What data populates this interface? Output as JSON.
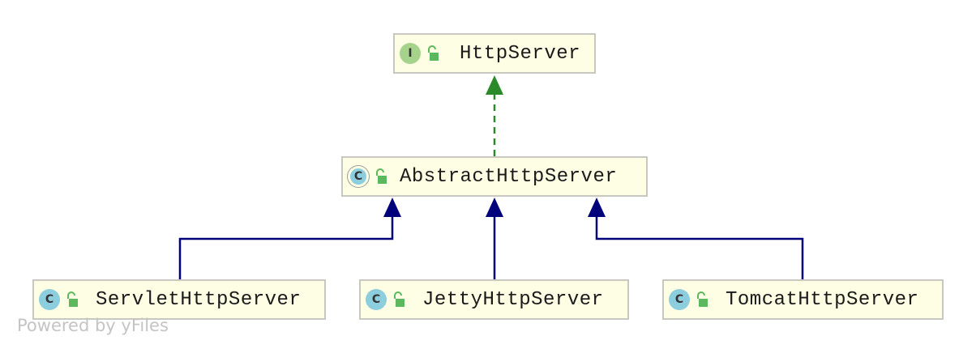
{
  "diagram": {
    "nodes": {
      "http_server": {
        "kind": "interface",
        "badge": "I",
        "name": "HttpServer"
      },
      "abstract_http_server": {
        "kind": "abstract-class",
        "badge": "C",
        "name": "AbstractHttpServer"
      },
      "servlet_http_server": {
        "kind": "class",
        "badge": "C",
        "name": "ServletHttpServer"
      },
      "jetty_http_server": {
        "kind": "class",
        "badge": "C",
        "name": "JettyHttpServer"
      },
      "tomcat_http_server": {
        "kind": "class",
        "badge": "C",
        "name": "TomcatHttpServer"
      }
    },
    "edges": [
      {
        "from": "abstract_http_server",
        "to": "http_server",
        "type": "implements"
      },
      {
        "from": "servlet_http_server",
        "to": "abstract_http_server",
        "type": "extends"
      },
      {
        "from": "jetty_http_server",
        "to": "abstract_http_server",
        "type": "extends"
      },
      {
        "from": "tomcat_http_server",
        "to": "abstract_http_server",
        "type": "extends"
      }
    ],
    "colors": {
      "implements_edge": "#2a8a2a",
      "extends_edge": "#00007a",
      "node_fill": "#fefee4",
      "node_border": "#c8c8c0",
      "interface_badge": "#a6d38b",
      "class_badge": "#8ccdde",
      "lock_icon": "#5cb85c"
    },
    "icons": {
      "interface_badge": "interface-badge-icon",
      "class_badge": "class-badge-icon",
      "visibility": "public-unlocked-icon"
    }
  },
  "watermark": {
    "text": "Powered by yFiles"
  }
}
